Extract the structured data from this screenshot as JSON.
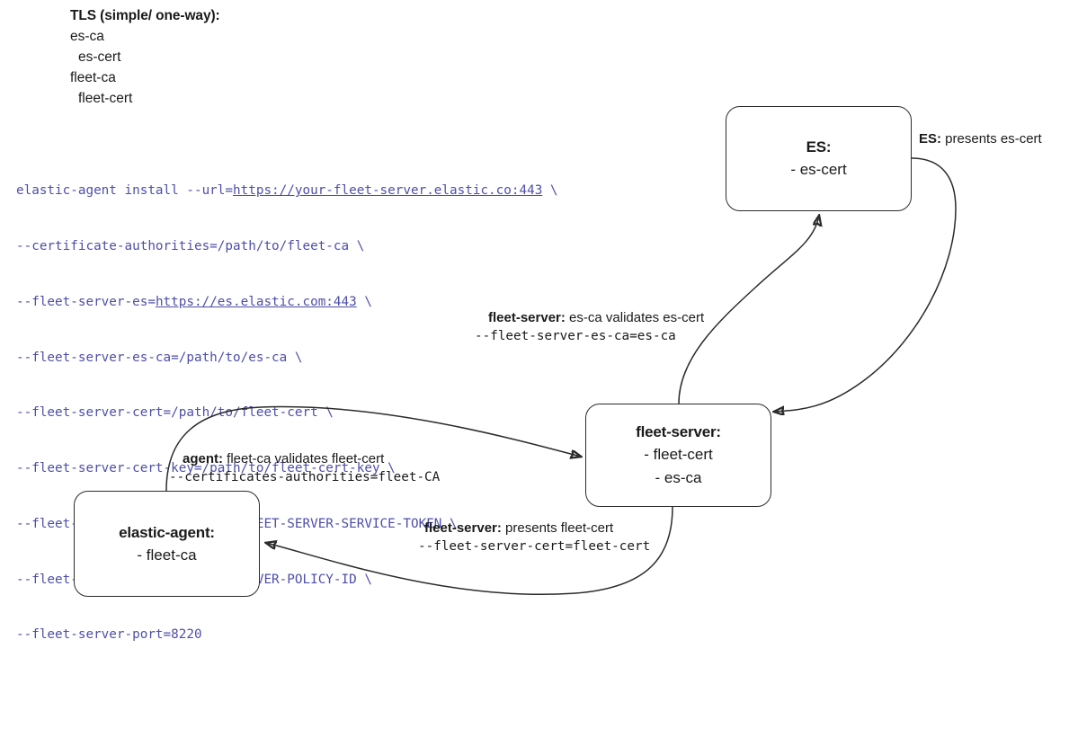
{
  "legend": {
    "title": "TLS (simple/ one-way):",
    "lines": [
      "es-ca",
      "es-cert",
      "fleet-ca",
      "fleet-cert"
    ]
  },
  "command": {
    "lines": [
      "elastic-agent install --url=https://your-fleet-server.elastic.co:443 \\",
      "--certificate-authorities=/path/to/fleet-ca \\",
      "--fleet-server-es=https://es.elastic.com:443 \\",
      "--fleet-server-es-ca=/path/to/es-ca \\",
      "--fleet-server-cert=/path/to/fleet-cert \\",
      "--fleet-server-cert-key=/path/to/fleet-cert-key \\",
      "--fleet-server-service-token=FLEET-SERVER-SERVICE-TOKEN \\",
      "--fleet-server-policy=FLEET-SERVER-POLICY-ID \\",
      "--fleet-server-port=8220"
    ],
    "line1_prefix": "elastic-agent install --url=",
    "line1_url": "https://your-fleet-server.elastic.co:443",
    "line1_suffix": " \\",
    "line3_prefix": "--fleet-server-es=",
    "line3_url": "https://es.elastic.com:443",
    "line3_suffix": " \\",
    "line2": "--certificate-authorities=/path/to/fleet-ca \\",
    "line4": "--fleet-server-es-ca=/path/to/es-ca \\",
    "line5": "--fleet-server-cert=/path/to/fleet-cert \\",
    "line6": "--fleet-server-cert-key=/path/to/fleet-cert-key \\",
    "line7": "--fleet-server-service-token=FLEET-SERVER-SERVICE-TOKEN \\",
    "line8": "--fleet-server-policy=FLEET-SERVER-POLICY-ID \\",
    "line9": "--fleet-server-port=8220",
    "color": "#4e4eaa"
  },
  "nodes": {
    "es": {
      "title": "ES:",
      "lines": [
        "- es-cert"
      ]
    },
    "fleet": {
      "title": "fleet-server:",
      "lines": [
        "- fleet-cert",
        "- es-ca"
      ]
    },
    "agent": {
      "title": "elastic-agent:",
      "lines": [
        "- fleet-ca"
      ]
    }
  },
  "edges": {
    "es_presents": {
      "actor": "ES:",
      "text": " presents es-cert",
      "flag": ""
    },
    "fs_validates_es": {
      "actor": "fleet-server:",
      "text": " es-ca validates es-cert",
      "flag": "--fleet-server-es-ca=es-ca"
    },
    "agent_validates_fs": {
      "actor": "agent:",
      "text": " fleet-ca validates fleet-cert",
      "flag": "--certificates-authorities=fleet-CA"
    },
    "fs_presents": {
      "actor": "fleet-server:",
      "text": " presents fleet-cert",
      "flag": "--fleet-server-cert=fleet-cert"
    }
  },
  "colors": {
    "stroke": "#2b2b2b",
    "command_text": "#4e4eaa",
    "text": "#1a1a1a",
    "background": "#ffffff"
  }
}
